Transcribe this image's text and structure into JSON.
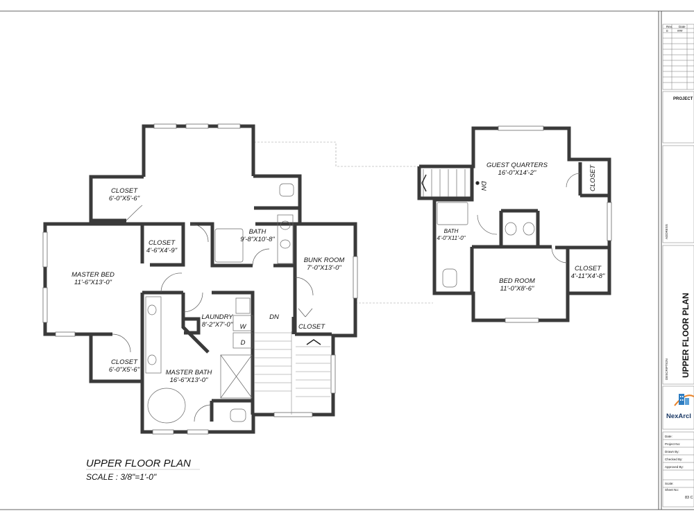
{
  "plan": {
    "title": "UPPER FLOOR PLAN",
    "scale": "SCALE : 3/8\"=1'-0\"",
    "rooms": [
      {
        "id": "closet-top",
        "name": "CLOSET",
        "dims": "6'-0\"X5'-6\""
      },
      {
        "id": "closet-mid",
        "name": "CLOSET",
        "dims": "4'-6\"X4'-9\""
      },
      {
        "id": "bath",
        "name": "BATH",
        "dims": "9'-8\"X10'-8\""
      },
      {
        "id": "bunk",
        "name": "BUNK ROOM",
        "dims": "7'-0\"X13'-0\""
      },
      {
        "id": "master-bed",
        "name": "MASTER BED",
        "dims": "11'-6\"X13'-0\""
      },
      {
        "id": "laundry",
        "name": "LAUNDRY",
        "dims": "8'-2\"X7'-0\""
      },
      {
        "id": "closet-low",
        "name": "CLOSET",
        "dims": "6'-0\"X5'-6\""
      },
      {
        "id": "master-bath",
        "name": "MASTER BATH",
        "dims": "16'-6\"X13'-0\""
      },
      {
        "id": "guest",
        "name": "GUEST QUARTERS",
        "dims": "16'-0\"X14'-2\""
      },
      {
        "id": "guest-bath",
        "name": "BATH",
        "dims": "4'-0\"X11'-0\""
      },
      {
        "id": "bedroom",
        "name": "BED ROOM",
        "dims": "11'-0\"X8'-6\""
      },
      {
        "id": "closet-guest",
        "name": "CLOSET",
        "dims": "4'-11\"X4'-8\""
      }
    ],
    "labels": {
      "bunk_closet": "CLOSET",
      "guest_closet": "CLOSET",
      "washer": "W",
      "dryer": "D",
      "stair_down_main": "DN",
      "stair_down_guest": "DN"
    }
  },
  "title_block": {
    "rev_header": [
      "Rev.",
      "Date"
    ],
    "rev_row": [
      "0",
      "###"
    ],
    "project_label": "PROJECT",
    "address_label": "ADDRESS",
    "description_label": "DESCRIPTION",
    "drawing_title": "UPPER FLOOR PLAN",
    "company": "NexArcl",
    "fields": [
      "Date:",
      "Project No:",
      "Drawn By:",
      "Checked By:",
      "Approved By:"
    ],
    "scale_label": "Scale:",
    "sheet_label": "Sheet No:",
    "sheet_value": "83 C"
  }
}
